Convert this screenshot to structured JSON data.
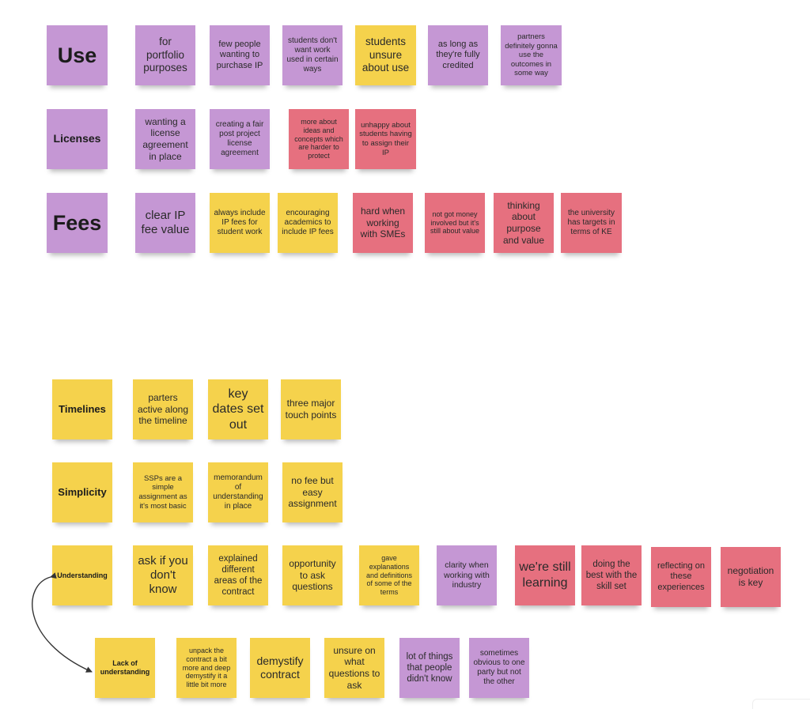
{
  "colors": {
    "purple": "#c597d4",
    "yellow": "#f5d24c",
    "pink": "#e6707f"
  },
  "notes": [
    {
      "id": "label-use",
      "text": "Use",
      "label": true,
      "color": "purple"
    },
    {
      "id": "use-1",
      "text": "for portfolio purposes",
      "color": "purple"
    },
    {
      "id": "use-2",
      "text": "few people wanting to purchase IP",
      "color": "purple"
    },
    {
      "id": "use-3",
      "text": "students don't want work used in certain ways",
      "color": "purple"
    },
    {
      "id": "use-4",
      "text": "students unsure about use",
      "color": "yellow"
    },
    {
      "id": "use-5",
      "text": "as long as they're fully credited",
      "color": "purple"
    },
    {
      "id": "use-6",
      "text": "partners definitely gonna use the outcomes in some way",
      "color": "purple"
    },
    {
      "id": "label-licenses",
      "text": "Licenses",
      "label": true,
      "color": "purple"
    },
    {
      "id": "lic-1",
      "text": "wanting a license agreement in place",
      "color": "purple"
    },
    {
      "id": "lic-2",
      "text": "creating a fair post project license agreement",
      "color": "purple"
    },
    {
      "id": "lic-3",
      "text": "more about ideas and concepts which are harder to protect",
      "color": "pink"
    },
    {
      "id": "lic-4",
      "text": "unhappy about students having to assign their IP",
      "color": "pink"
    },
    {
      "id": "label-fees",
      "text": "Fees",
      "label": true,
      "color": "purple"
    },
    {
      "id": "fee-1",
      "text": "clear IP fee value",
      "color": "purple"
    },
    {
      "id": "fee-2",
      "text": "always include IP fees for student work",
      "color": "yellow"
    },
    {
      "id": "fee-3",
      "text": "encouraging academics to include IP fees",
      "color": "yellow"
    },
    {
      "id": "fee-4",
      "text": "hard when working with SMEs",
      "color": "pink"
    },
    {
      "id": "fee-5",
      "text": "not got money involved but it's still about value",
      "color": "pink"
    },
    {
      "id": "fee-6",
      "text": "thinking about purpose and value",
      "color": "pink"
    },
    {
      "id": "fee-7",
      "text": "the university has targets in terms of KE",
      "color": "pink"
    },
    {
      "id": "label-timelines",
      "text": "Timelines",
      "label": true,
      "color": "yellow"
    },
    {
      "id": "time-1",
      "text": "parters active along the timeline",
      "color": "yellow"
    },
    {
      "id": "time-2",
      "text": "key dates set out",
      "color": "yellow"
    },
    {
      "id": "time-3",
      "text": "three major touch points",
      "color": "yellow"
    },
    {
      "id": "label-simplicity",
      "text": "Simplicity",
      "label": true,
      "color": "yellow"
    },
    {
      "id": "simp-1",
      "text": "SSPs are a simple assignment as it's most basic",
      "color": "yellow"
    },
    {
      "id": "simp-2",
      "text": "memorandum of understanding in place",
      "color": "yellow"
    },
    {
      "id": "simp-3",
      "text": "no fee but easy assignment",
      "color": "yellow"
    },
    {
      "id": "label-understanding",
      "text": "Understanding",
      "label": true,
      "color": "yellow"
    },
    {
      "id": "und-1",
      "text": "ask if you don't know",
      "color": "yellow"
    },
    {
      "id": "und-2",
      "text": "explained different areas of the contract",
      "color": "yellow"
    },
    {
      "id": "und-3",
      "text": "opportunity to ask questions",
      "color": "yellow"
    },
    {
      "id": "und-4",
      "text": "gave explanations and definitions of some of the terms",
      "color": "yellow"
    },
    {
      "id": "und-5",
      "text": "clarity when working with industry",
      "color": "purple"
    },
    {
      "id": "und-6",
      "text": "we're still learning",
      "color": "pink"
    },
    {
      "id": "und-7",
      "text": "doing the best with the skill set",
      "color": "pink"
    },
    {
      "id": "und-8",
      "text": "reflecting on these experiences",
      "color": "pink"
    },
    {
      "id": "und-9",
      "text": "negotiation is key",
      "color": "pink"
    },
    {
      "id": "label-lack",
      "text": "Lack of understanding",
      "label": true,
      "color": "yellow"
    },
    {
      "id": "lack-1",
      "text": "unpack the contract a bit more and deep demystify it a little bit more",
      "color": "yellow"
    },
    {
      "id": "lack-2",
      "text": "demystify contract",
      "color": "yellow"
    },
    {
      "id": "lack-3",
      "text": "unsure on what questions to ask",
      "color": "yellow"
    },
    {
      "id": "lack-4",
      "text": "lot of things that people didn't know",
      "color": "purple"
    },
    {
      "id": "lack-5",
      "text": "sometimes obvious to one party but not the other",
      "color": "purple"
    }
  ]
}
